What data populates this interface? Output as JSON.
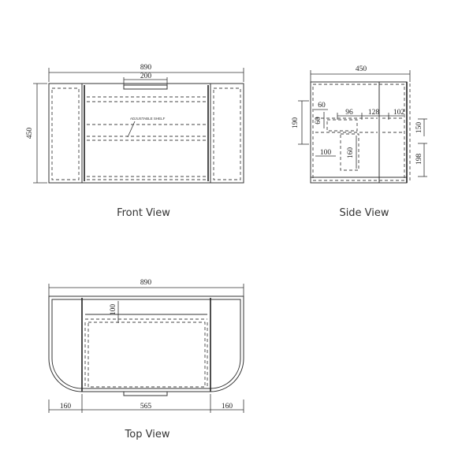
{
  "views": {
    "front": {
      "caption": "Front View",
      "width_label": "890",
      "height_label": "450",
      "handle_label": "200",
      "shelf_note": "ADJUSTABLE SHELF"
    },
    "side": {
      "caption": "Side View",
      "depth_label": "450",
      "dims": {
        "d190": "190",
        "d60a": "60",
        "d60b": "60",
        "d96": "96",
        "d128": "128",
        "d102": "102",
        "d150": "150",
        "d100": "100",
        "d160": "160",
        "d198": "198"
      }
    },
    "top": {
      "caption": "Top View",
      "width_label": "890",
      "depth_label": "100",
      "left_label": "160",
      "center_label": "565",
      "right_label": "160"
    }
  }
}
